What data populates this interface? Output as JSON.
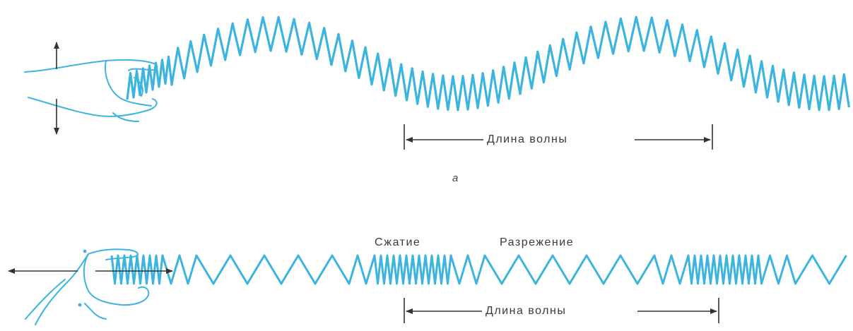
{
  "panel_a": {
    "label": "а",
    "wavelength_label": "Длина волны",
    "hand_icon": "hand-icon",
    "motion": "vertical-double-arrow"
  },
  "panel_b": {
    "compression_label": "Сжатие",
    "rarefaction_label": "Разрежение",
    "wavelength_label": "Длина волны",
    "hand_icon": "hand-icon",
    "motion": "horizontal-double-arrow"
  },
  "colors": {
    "spring": "#3cb4e0",
    "hand_outline": "#3cb4e0",
    "arrow": "#333333",
    "text": "#3a3a3a"
  }
}
